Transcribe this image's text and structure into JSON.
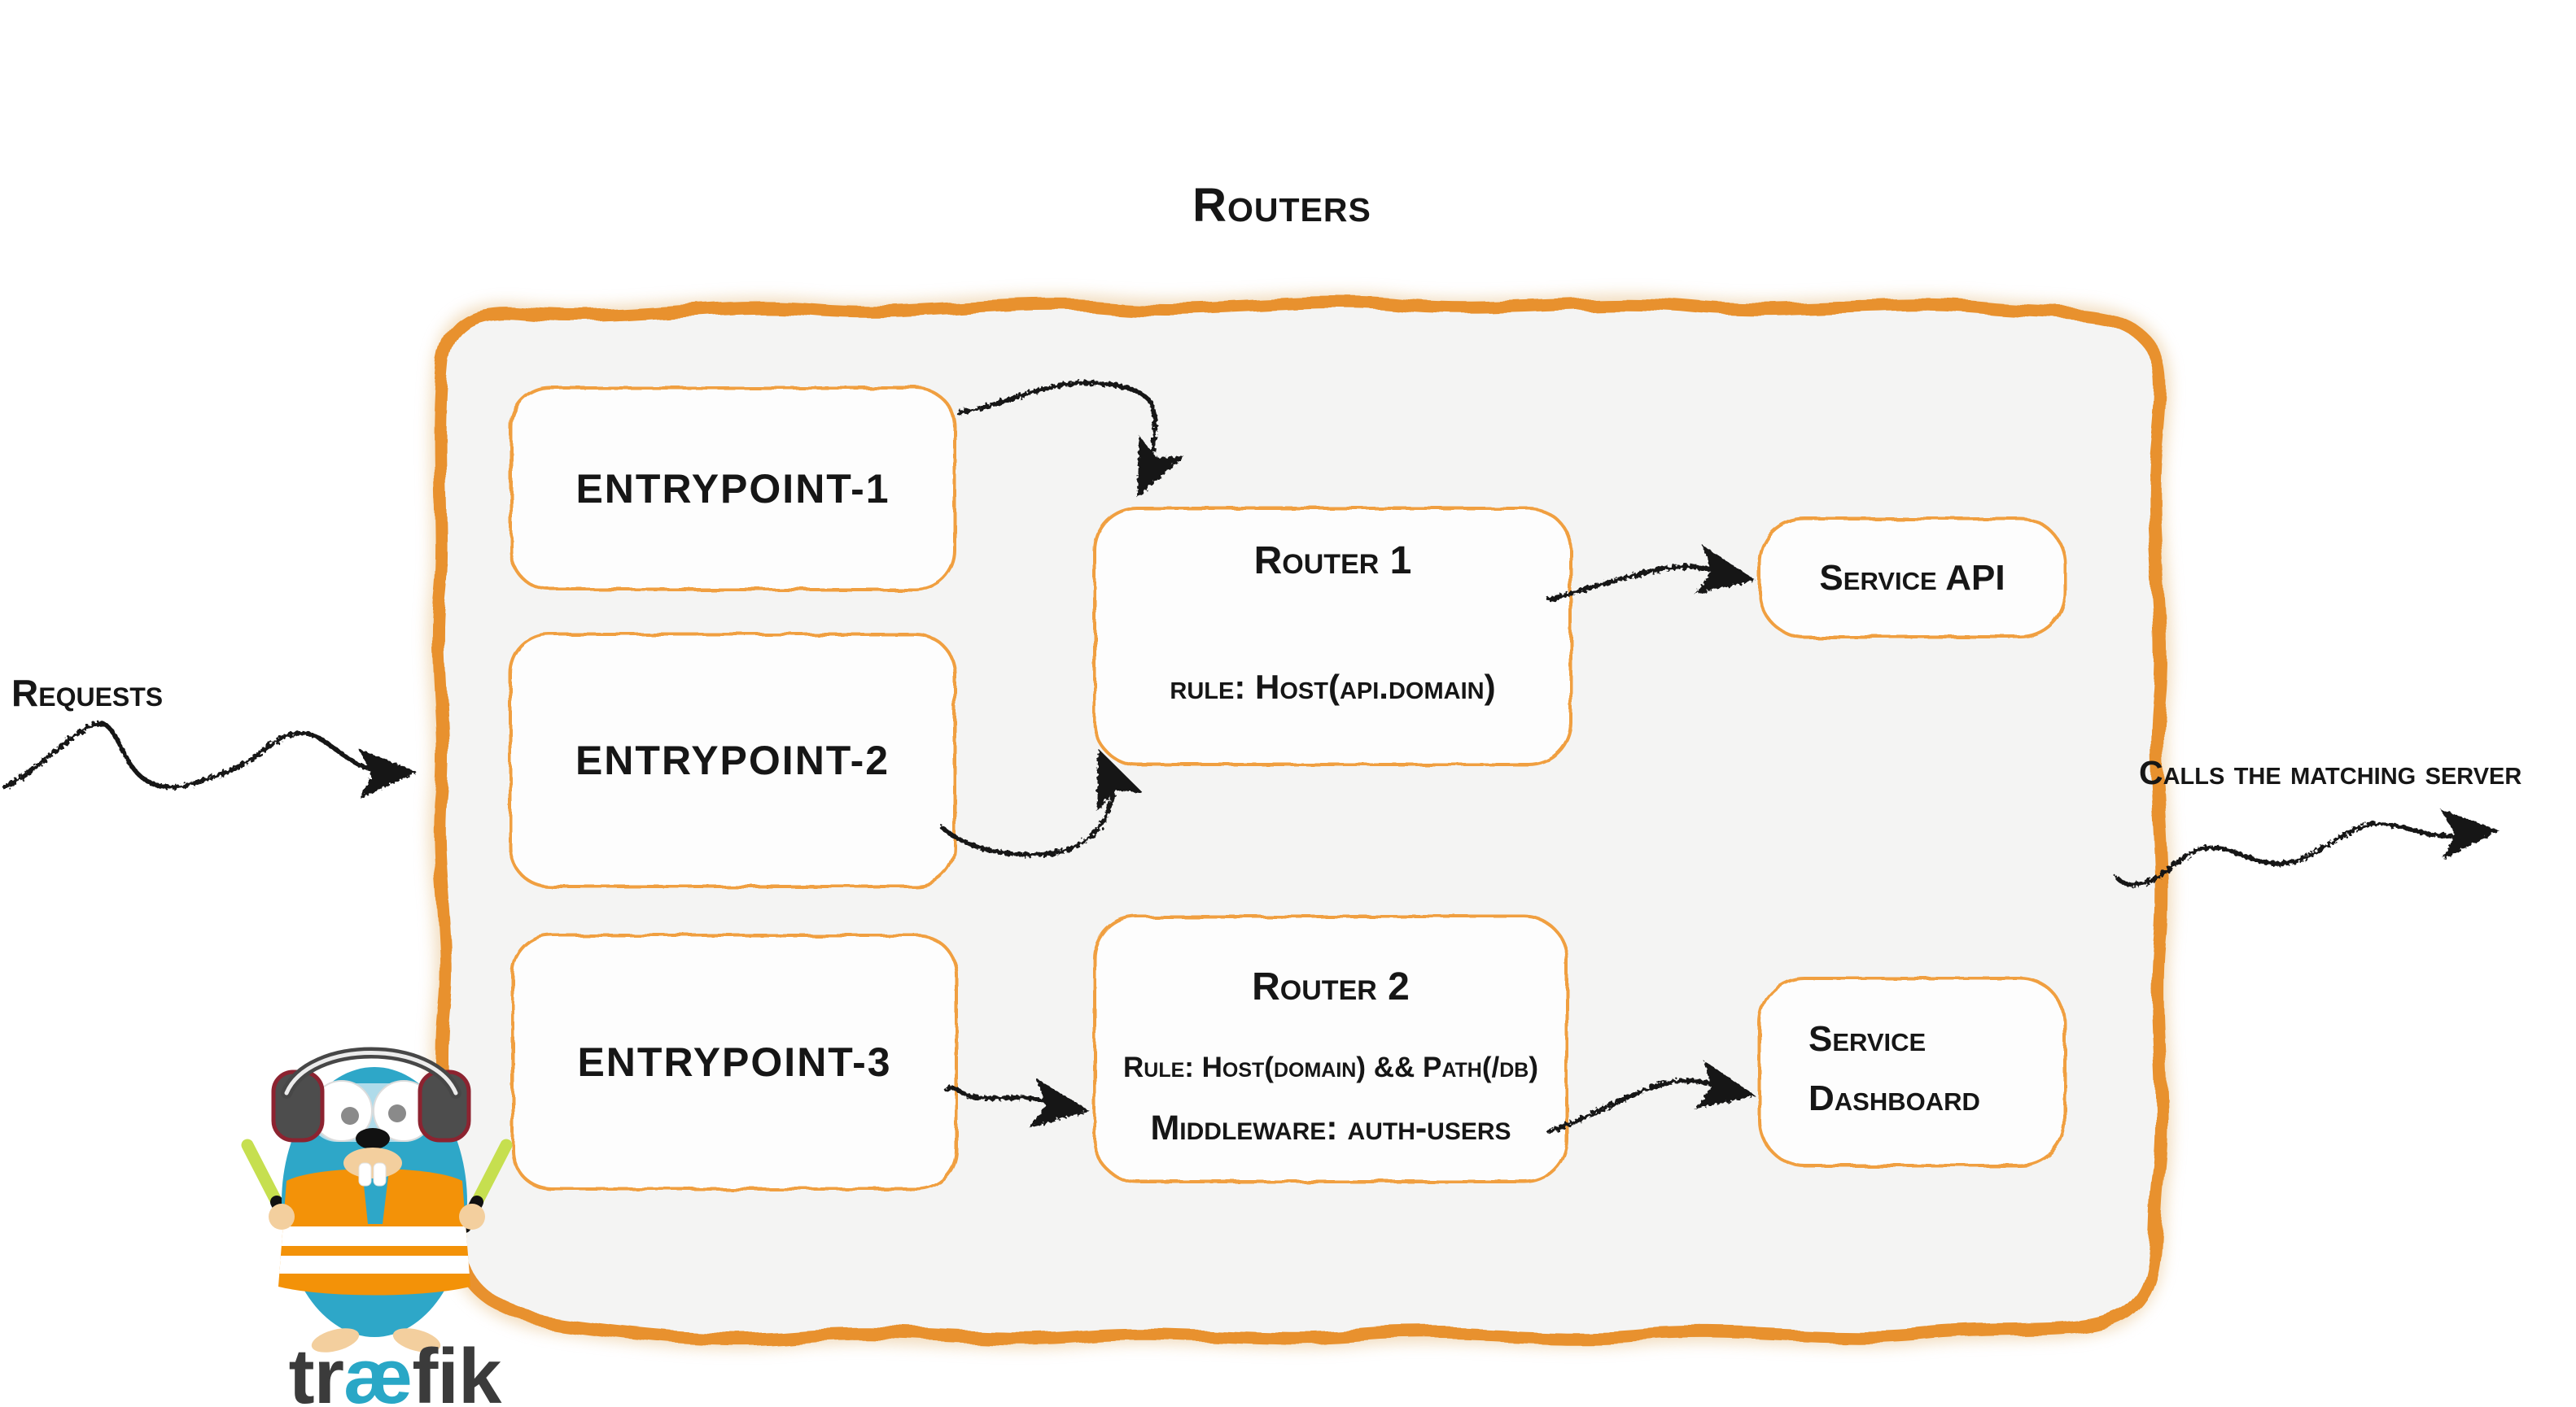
{
  "title": "Routers",
  "outer_labels": {
    "requests": "Requests",
    "calls_server": "Calls the matching server"
  },
  "entrypoints": [
    {
      "label": "entrypoint-1"
    },
    {
      "label": "entrypoint-2"
    },
    {
      "label": "entrypoint-3"
    }
  ],
  "routers": [
    {
      "name": "Router 1",
      "rule": "rule: Host(api.domain)"
    },
    {
      "name": "Router 2",
      "rule": "Rule: Host(domain) && Path(/db)",
      "middleware": "Middleware: auth-users"
    }
  ],
  "services": [
    {
      "label": "Service API"
    },
    {
      "label": "Service Dashboard"
    }
  ],
  "logo": {
    "pre": "tr",
    "ligature": "æ",
    "post": "fik"
  },
  "colors": {
    "orange": "#e8912d",
    "boxline": "#f09f3f",
    "bg-inner": "#f4f4f3",
    "ink": "#161616",
    "teal": "#2ea7c8",
    "vest": "#f39208",
    "lime": "#c6df4f",
    "logo-ink": "#3b3b3b",
    "logo-teal": "#29a7c6"
  }
}
